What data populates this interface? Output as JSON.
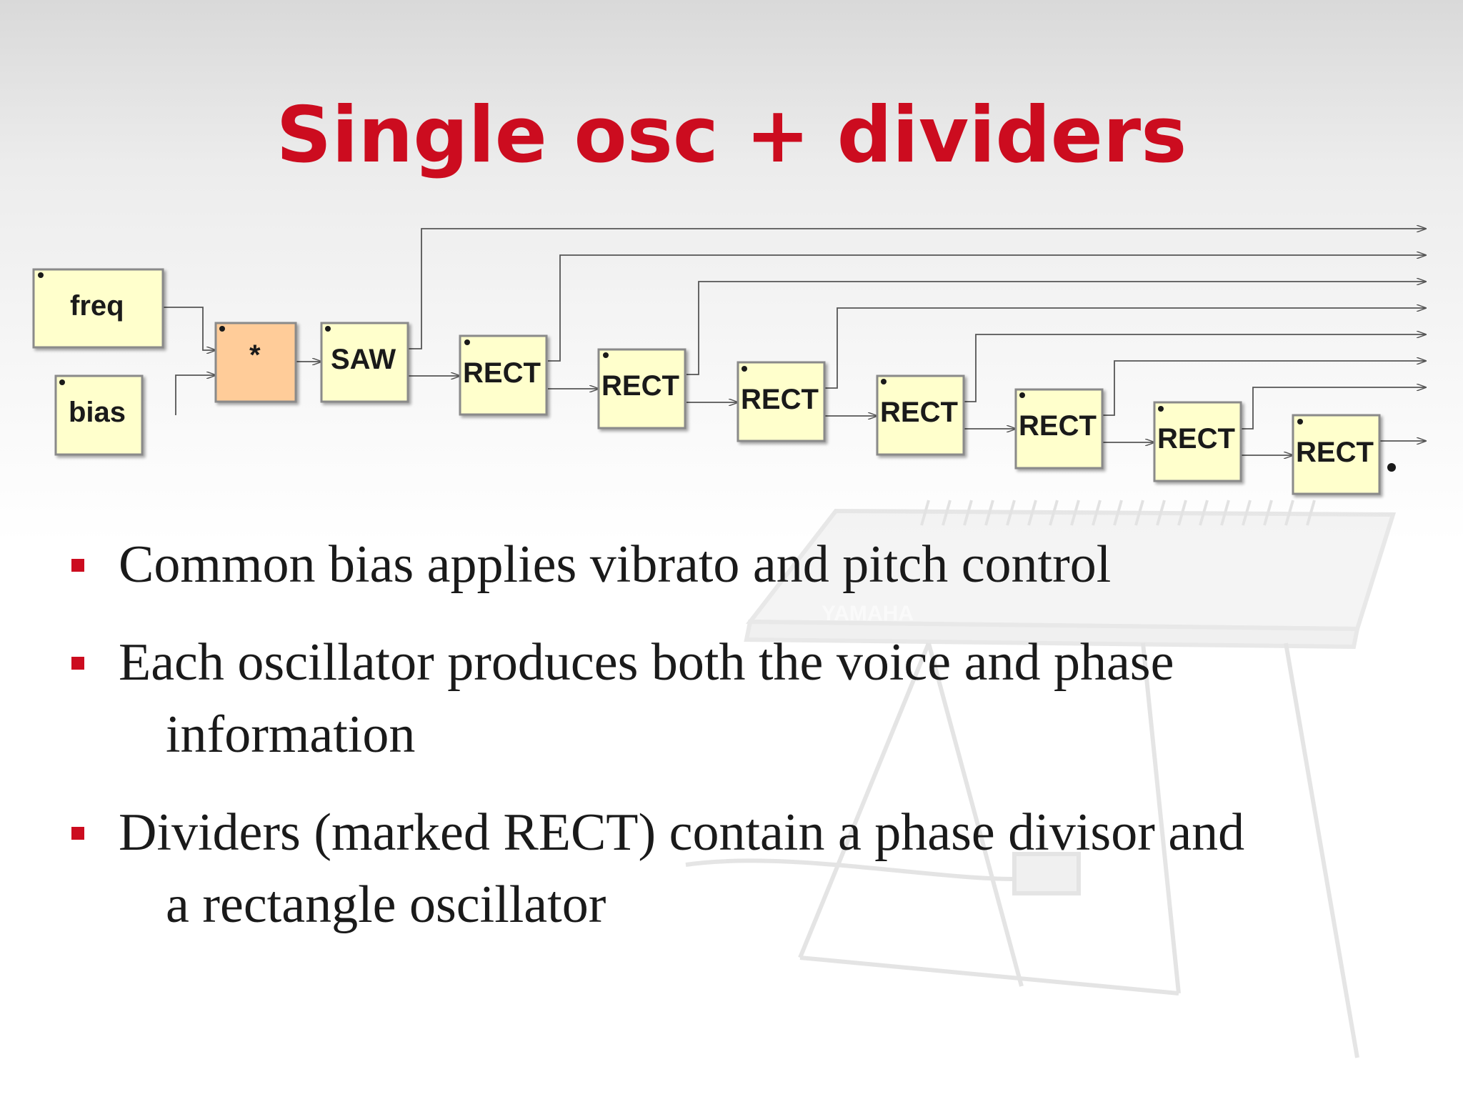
{
  "title": "Single osc + dividers",
  "colors": {
    "title": "#cc0c1f",
    "node_fill": "#ffffcc",
    "multiplier_fill": "#ffcc99",
    "node_border": "#888888",
    "wire": "#555555"
  },
  "diagram": {
    "nodes": {
      "freq": "freq",
      "bias": "bias",
      "multiply": "*",
      "saw": "SAW",
      "rect": "RECT"
    }
  },
  "background_image": {
    "brand": "YAMAHA"
  },
  "bullets": [
    {
      "line1": "Common bias applies vibrato and pitch control",
      "line2": ""
    },
    {
      "line1": "Each oscillator produces both the voice and phase",
      "line2": "information"
    },
    {
      "line1": "Dividers (marked RECT) contain a phase divisor and",
      "line2": "a rectangle oscillator"
    }
  ]
}
